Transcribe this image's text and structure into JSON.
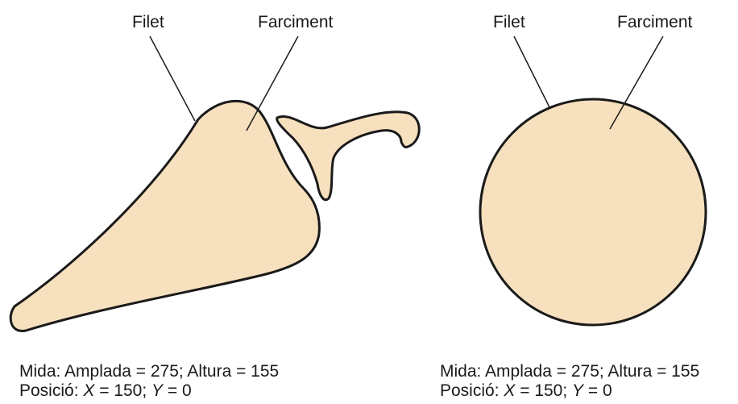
{
  "left_figure": {
    "callouts": {
      "outline_label": "Filet",
      "fill_label": "Farciment"
    },
    "caption": {
      "size_prefix": "Mida: Amplada = 275; Altura = 155",
      "pos_prefix": "Posició: ",
      "x_var": "X",
      "x_value": " = 150; ",
      "y_var": "Y",
      "y_value": " = 0"
    }
  },
  "right_figure": {
    "callouts": {
      "outline_label": "Filet",
      "fill_label": "Farciment"
    },
    "caption": {
      "size_prefix": "Mida: Amplada = 275; Altura = 155",
      "pos_prefix": "Posició: ",
      "x_var": "X",
      "x_value": " = 150; ",
      "y_var": "Y",
      "y_value": " = 0"
    }
  },
  "colors": {
    "fill": "#f6e0bd",
    "stroke": "#1a1a1a"
  }
}
